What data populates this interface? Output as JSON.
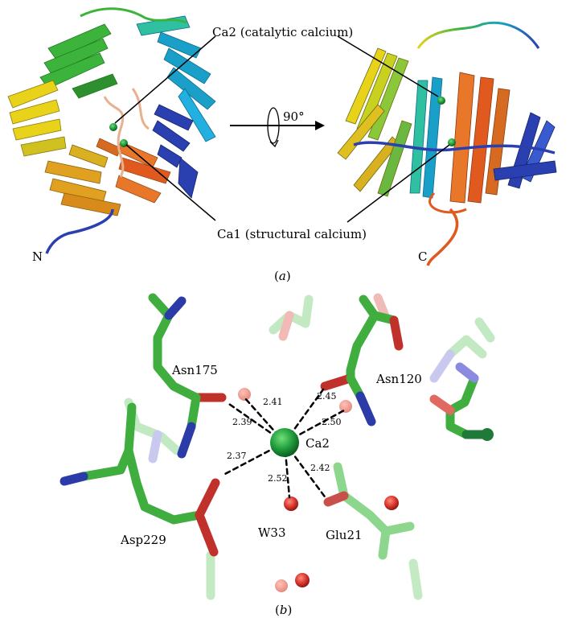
{
  "panel_a": {
    "ca2_label": "Ca2 (catalytic calcium)",
    "ca1_label": "Ca1 (structural calcium)",
    "rotation": "90°",
    "n_term": "N",
    "c_term": "C",
    "panel_label": "(a)"
  },
  "panel_b": {
    "residues": {
      "asn175": "Asn175",
      "asn120": "Asn120",
      "asp229": "Asp229",
      "glu21": "Glu21",
      "w33": "W33",
      "ca2": "Ca2"
    },
    "distances": {
      "d241": "2.41",
      "d245": "2.45",
      "d239": "2.39",
      "d250": "2.50",
      "d237": "2.37",
      "d242": "2.42",
      "d252": "2.52"
    },
    "panel_label": "(b)"
  },
  "colors": {
    "carbon": "#3fae3f",
    "oxygen": "#c0312c",
    "nitrogen": "#2b3ba8",
    "calcium": "#1f9a3a",
    "water": "#d8352c"
  }
}
